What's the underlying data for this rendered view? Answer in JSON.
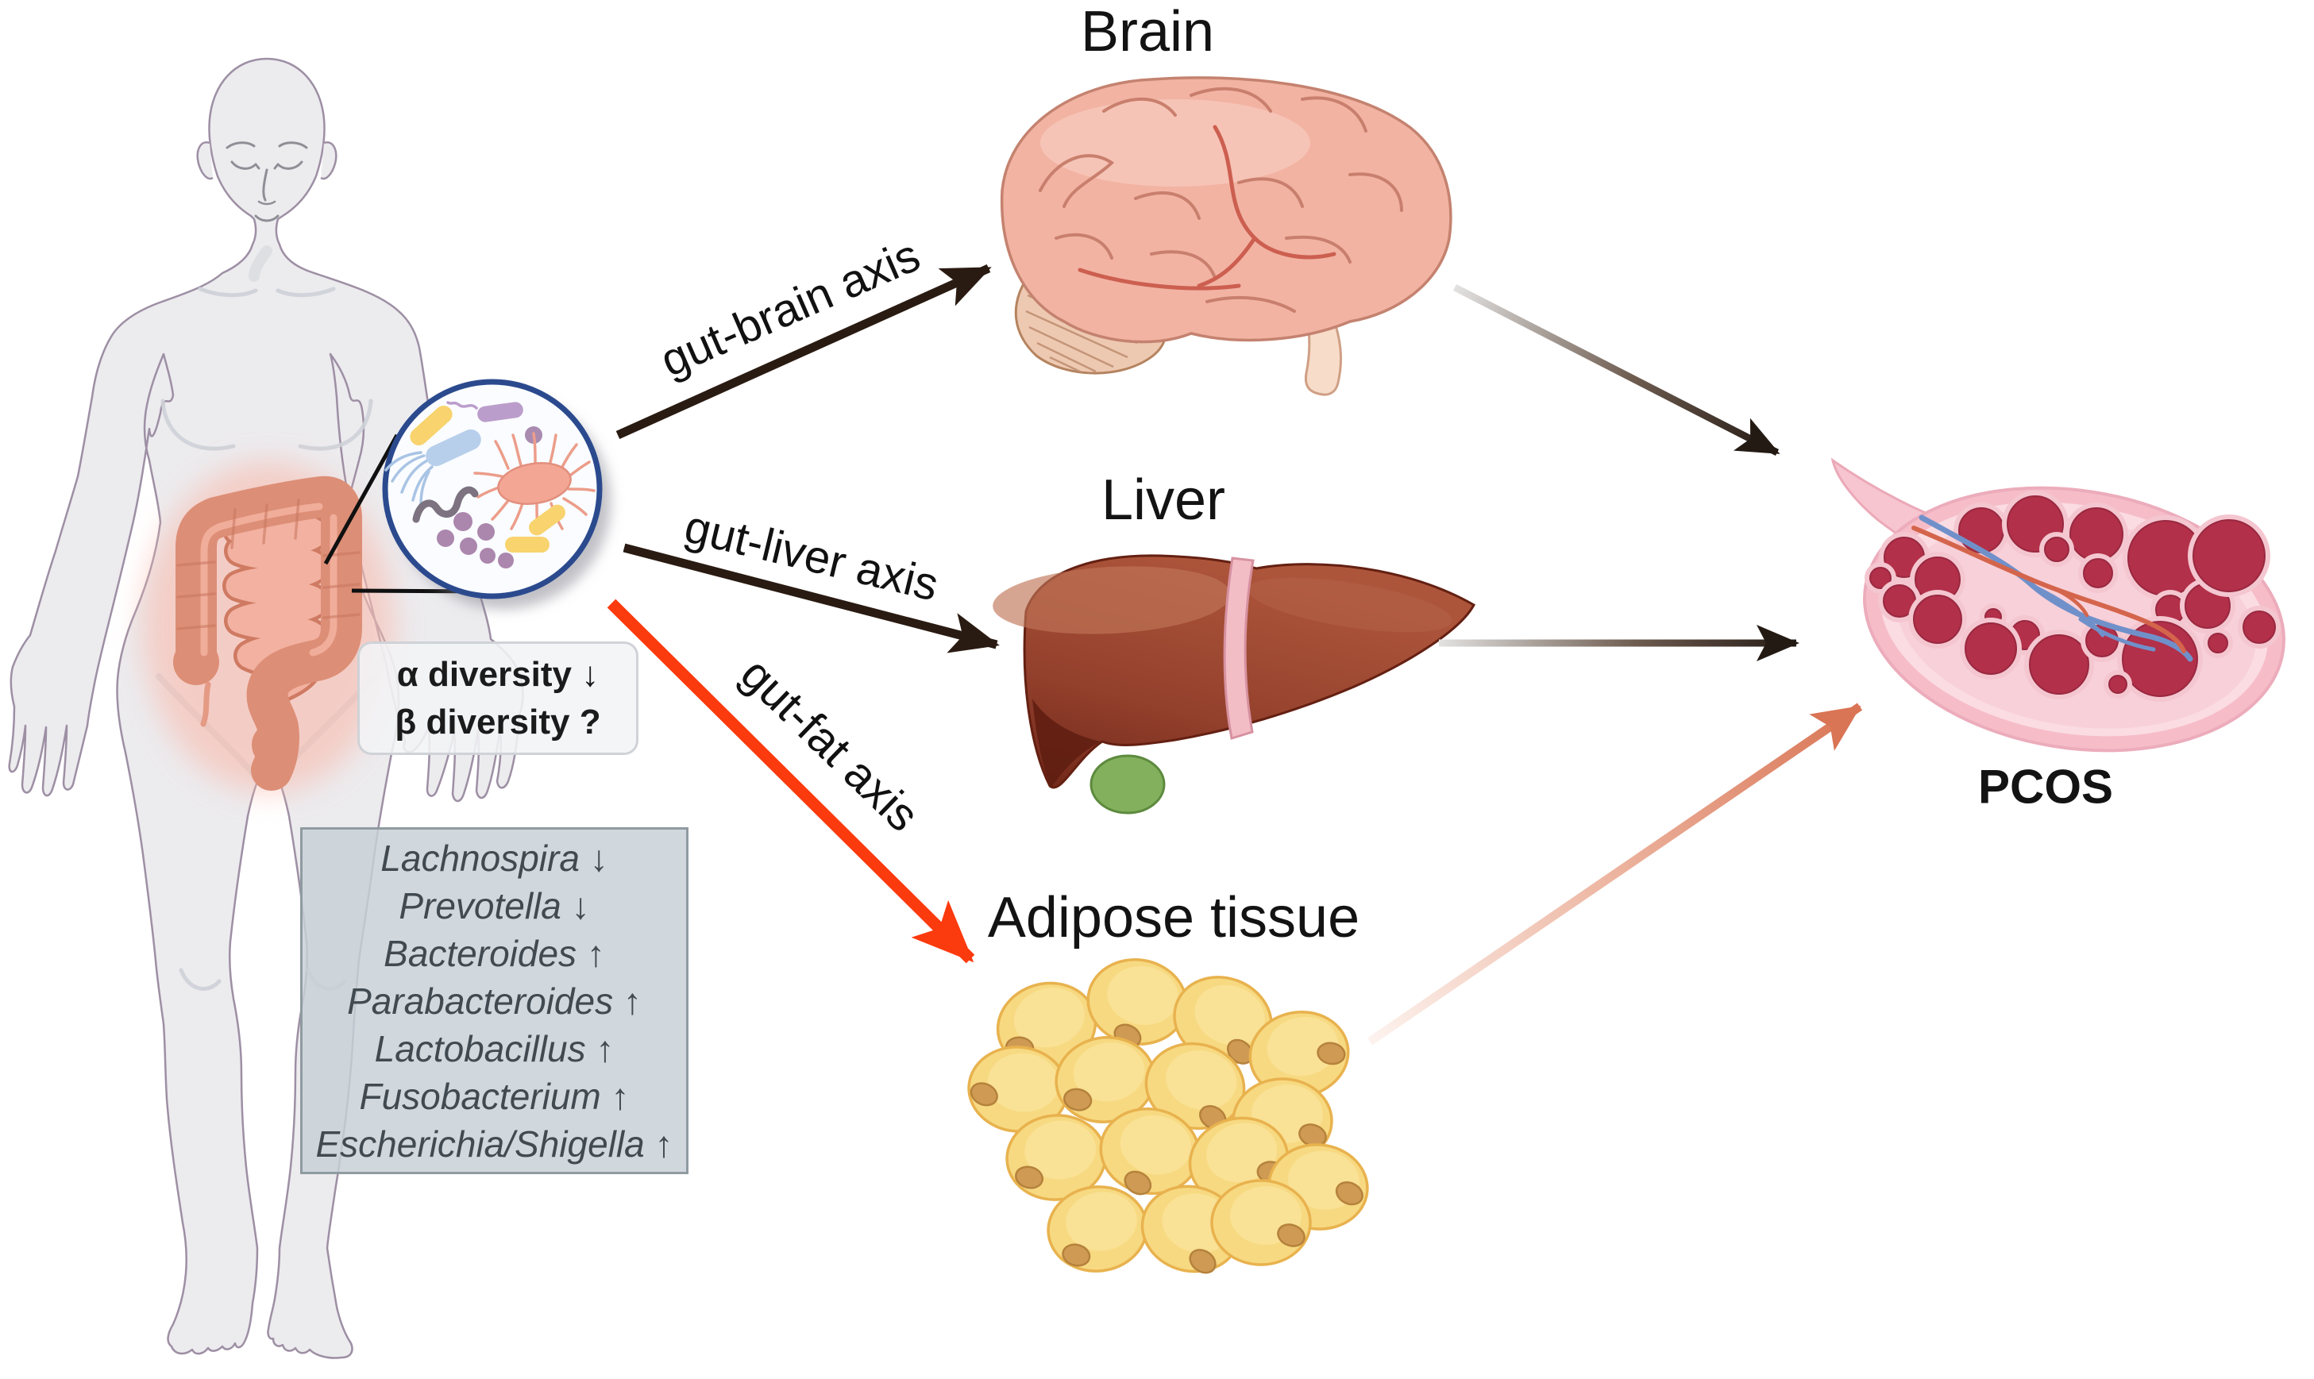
{
  "labels": {
    "brain": "Brain",
    "liver": "Liver",
    "adipose": "Adipose tissue",
    "pcos": "PCOS"
  },
  "axis_labels": {
    "gut_brain": "gut-brain axis",
    "gut_liver": "gut-liver axis",
    "gut_fat": "gut-fat axis"
  },
  "diversity_box": {
    "line1": "α diversity ↓",
    "line2": "β diversity ?"
  },
  "bacteria_box": {
    "items": [
      "Lachnospira ↓",
      "Prevotella ↓",
      "Bacteroides ↑",
      "Parabacteroides ↑",
      "Lactobacillus ↑",
      "Fusobacterium ↑",
      "Escherichia/Shigella ↑"
    ]
  },
  "colors": {
    "axis_arrow_black": "#2a1b12",
    "gut_fat_arrow_red": "#fb3a0e",
    "gradient_arrow_dark_end": "#241a14",
    "adipose_arrow_salmon": "#d97454",
    "microbiome_circle_border": "#2b4a8e",
    "ovary_pink": "#f6bdc8",
    "follicle_red": "#b23049",
    "fat_cell_yellow": "#f7d981",
    "liver_brown": "#9c4631",
    "brain_pink": "#f2b3a3",
    "intestine_salmon": "#dd8e76"
  }
}
